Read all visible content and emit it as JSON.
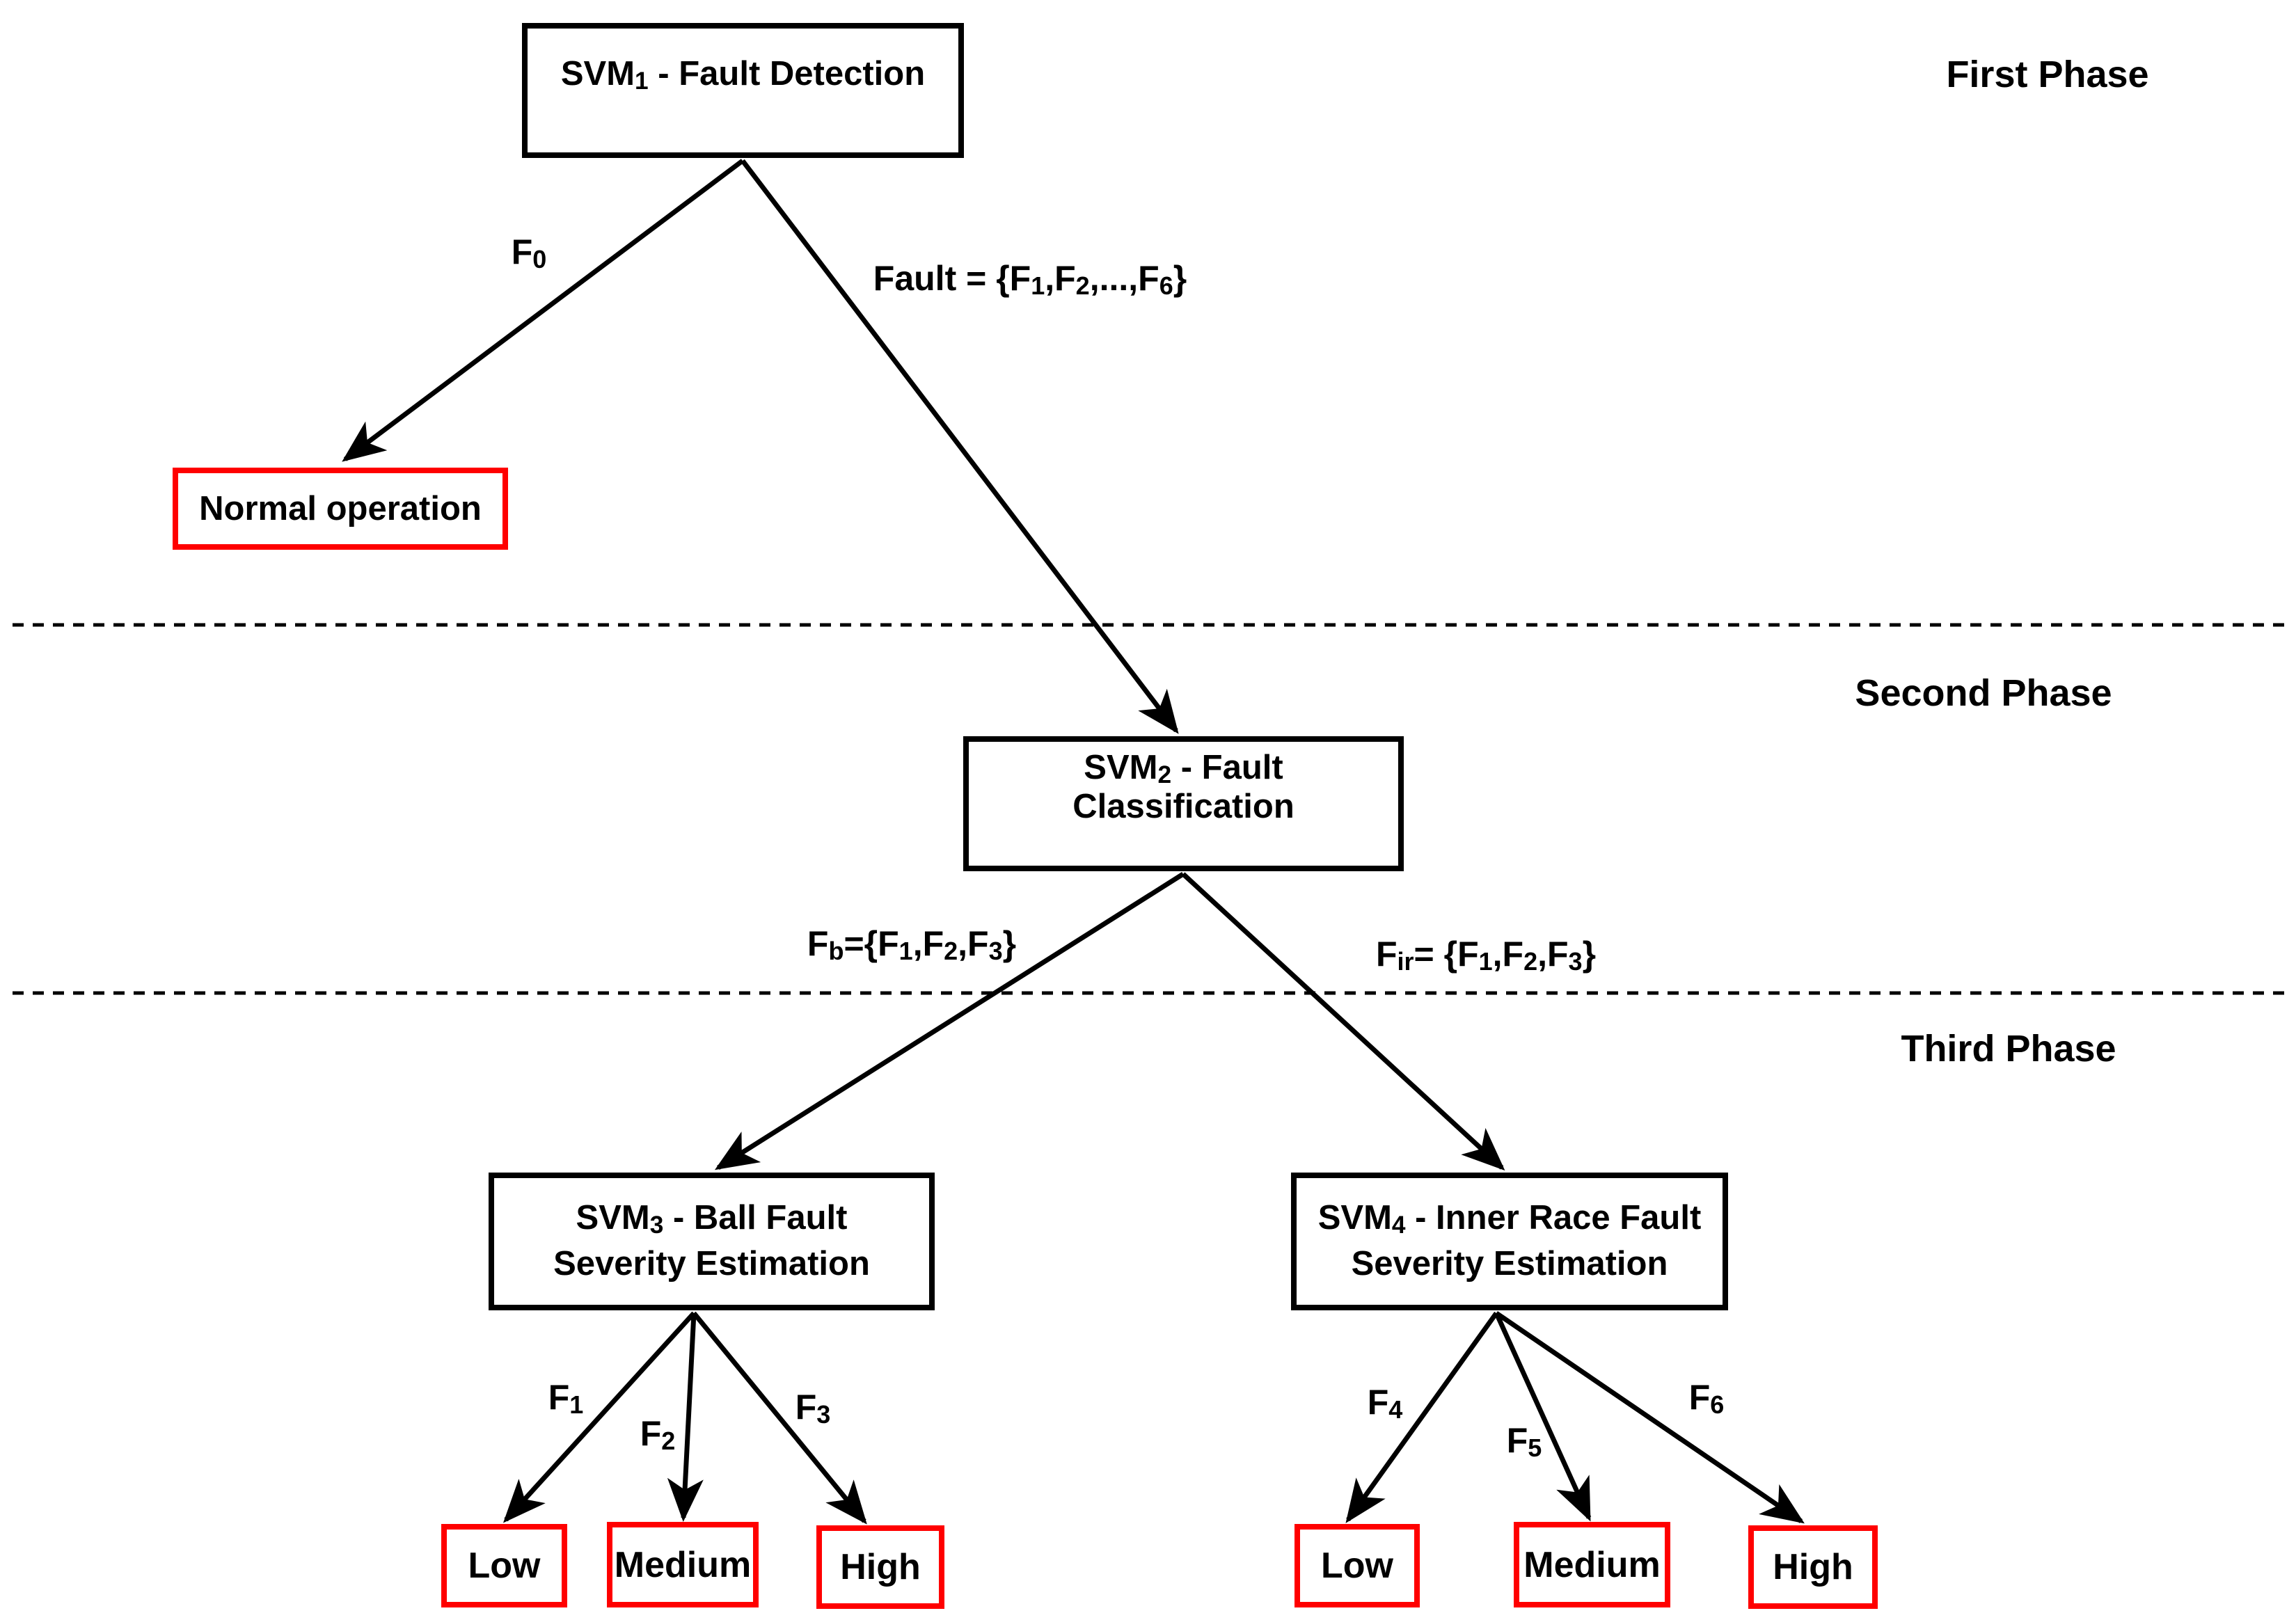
{
  "phase_labels": {
    "first": "First Phase",
    "second": "Second Phase",
    "third": "Third Phase"
  },
  "nodes": {
    "svm1": "SVM_1 - Fault Detection",
    "normal": "Normal operation",
    "svm2": "SVM_2 - Fault Classification",
    "svm3_line1": "SVM_3 - Ball Fault",
    "svm3_line2": "Severity Estimation",
    "svm4_line1": "SVM_4 - Inner Race Fault",
    "svm4_line2": "Severity Estimation",
    "ball_low": "Low",
    "ball_medium": "Medium",
    "ball_high": "High",
    "ir_low": "Low",
    "ir_medium": "Medium",
    "ir_high": "High"
  },
  "edge_labels": {
    "f0": "F_0",
    "fault_set": "Fault = {F_1,F_2,...,F_6}",
    "fb_set": "F_b={F_1,F_2,F_3}",
    "fir_set": "F_ir= {F_1,F_2,F_3}",
    "f1": "F_1",
    "f2": "F_2",
    "f3": "F_3",
    "f4": "F_4",
    "f5": "F_5",
    "f6": "F_6"
  },
  "colors": {
    "node_border": "#000000",
    "outcome_border": "#ff0000",
    "line": "#000000",
    "background": "#ffffff"
  }
}
